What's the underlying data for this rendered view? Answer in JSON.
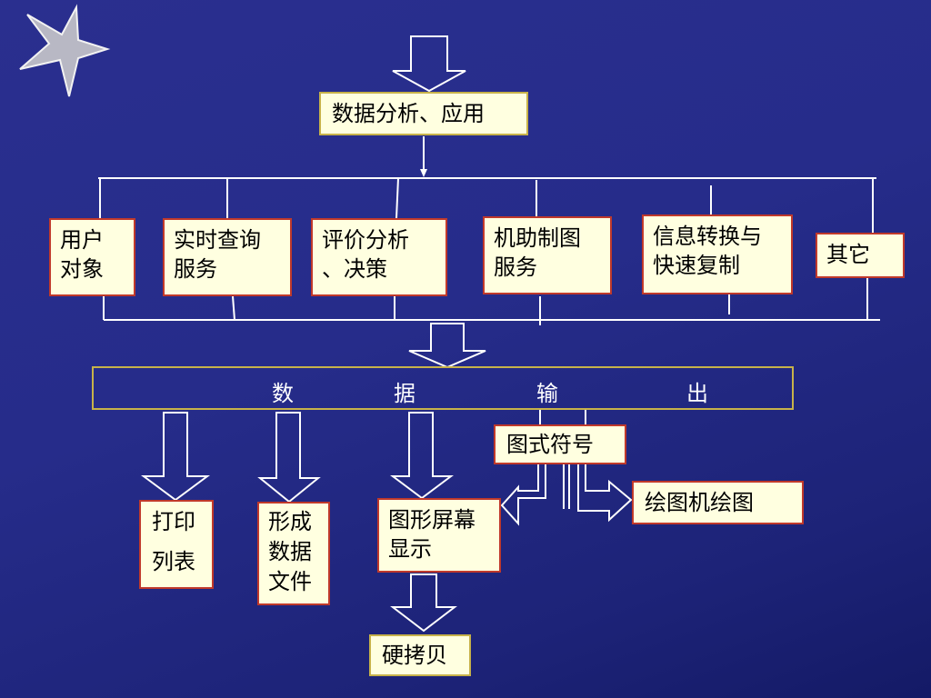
{
  "top_box": "数据分析、应用",
  "services": [
    "用户\n对象",
    "实时查询\n服务",
    "评价分析\n、决策",
    "机助制图\n服务",
    "信息转换与\n快速复制",
    "其它"
  ],
  "output_bar": [
    "数",
    "据",
    "输",
    "出"
  ],
  "symbol_box": "图式符号",
  "plotter_box": "绘图机绘图",
  "outputs": {
    "print": "打印\n列表",
    "file": "形成\n数据\n文件",
    "screen": "图形屏幕\n显示"
  },
  "hardcopy": "硬拷贝",
  "colors": {
    "background": "#262c8a",
    "box_fill": "#ffffe0",
    "box_border_red": "#c0392b",
    "box_border_gold": "#c7b24a",
    "lines": "#ffffff"
  }
}
